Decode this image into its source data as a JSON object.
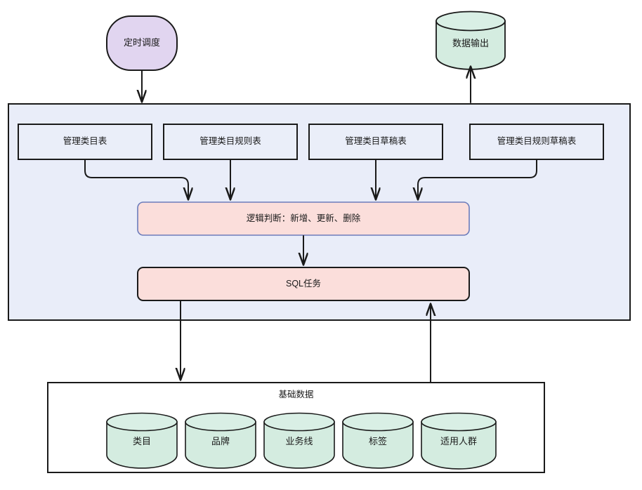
{
  "diagram": {
    "title_hidden": "",
    "colors": {
      "scheduler_fill": "#e1d5f0",
      "scheduler_stroke": "#1a1a1a",
      "container_fill": "#e9edf9",
      "container_stroke": "#1a1a1a",
      "table_fill": "#eaeef9",
      "table_stroke": "#1a1a1a",
      "logic_fill": "#fbdedb",
      "logic_stroke": "#6c7cbb",
      "sql_fill": "#fbdedb",
      "sql_stroke": "#1a1a1a",
      "cylinder_fill": "#d4ece0",
      "cylinder_stroke": "#1a1a1a",
      "base_fill": "#ffffff",
      "base_stroke": "#1a1a1a",
      "arrow": "#1a1a1a"
    },
    "scheduler": {
      "label": "定时调度",
      "shape": "stadium"
    },
    "output": {
      "label": "数据输出",
      "shape": "cylinder"
    },
    "pipeline_container": {
      "shape": "rectangle",
      "tables": [
        {
          "label": "管理类目表"
        },
        {
          "label": "管理类目规则表"
        },
        {
          "label": "管理类目草稿表"
        },
        {
          "label": "管理类目规则草稿表"
        }
      ],
      "logic_step": {
        "label": "逻辑判断：新增、更新、删除"
      },
      "sql_step": {
        "label": "SQL任务"
      }
    },
    "base_data": {
      "label": "基础数据",
      "stores": [
        {
          "label": "类目"
        },
        {
          "label": "品牌"
        },
        {
          "label": "业务线"
        },
        {
          "label": "标签"
        },
        {
          "label": "适用人群"
        }
      ]
    },
    "connections": [
      {
        "from": "定时调度",
        "to": "pipeline-container",
        "style": "arrow-down"
      },
      {
        "from": "pipeline-container",
        "to": "数据输出",
        "style": "arrow-up"
      },
      {
        "from": "管理类目表",
        "to": "逻辑判断：新增、更新、删除",
        "style": "elbow-right-down"
      },
      {
        "from": "管理类目规则表",
        "to": "逻辑判断：新增、更新、删除",
        "style": "arrow-down"
      },
      {
        "from": "管理类目草稿表",
        "to": "逻辑判断：新增、更新、删除",
        "style": "arrow-down"
      },
      {
        "from": "管理类目规则草稿表",
        "to": "逻辑判断：新增、更新、删除",
        "style": "elbow-left-down"
      },
      {
        "from": "逻辑判断：新增、更新、删除",
        "to": "SQL任务",
        "style": "arrow-down"
      },
      {
        "from": "SQL任务",
        "to": "基础数据",
        "style": "arrow-down"
      },
      {
        "from": "基础数据",
        "to": "SQL任务",
        "style": "arrow-up"
      }
    ]
  }
}
